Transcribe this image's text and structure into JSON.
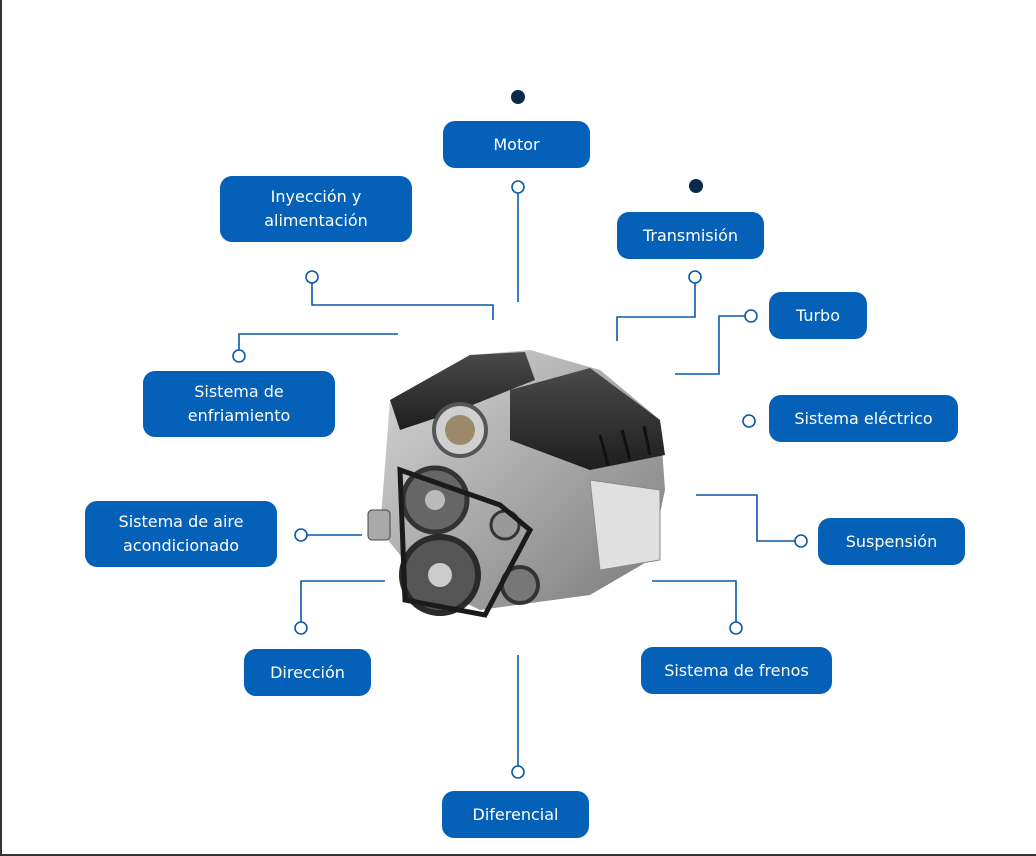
{
  "diagram": {
    "title": "Sistemas del motor",
    "center": {
      "label": "engine-image"
    },
    "colors": {
      "box_fill": "#0560b8",
      "box_text": "#ffffff",
      "line": "#0a5aa8",
      "dot": "#0b2a4a"
    },
    "nodes": [
      {
        "id": "motor",
        "label": "Motor"
      },
      {
        "id": "inyeccion",
        "label": "Inyección y alimentación",
        "line1": "Inyección y",
        "line2": "alimentación"
      },
      {
        "id": "transmision",
        "label": "Transmisión"
      },
      {
        "id": "turbo",
        "label": "Turbo"
      },
      {
        "id": "enfriamiento",
        "label": "Sistema de enfriamiento",
        "line1": "Sistema de",
        "line2": "enfriamiento"
      },
      {
        "id": "electrico",
        "label": "Sistema eléctrico"
      },
      {
        "id": "aire",
        "label": "Sistema de aire acondicionado",
        "line1": "Sistema de aire",
        "line2": "acondicionado"
      },
      {
        "id": "suspension",
        "label": "Suspensión"
      },
      {
        "id": "direccion",
        "label": "Dirección"
      },
      {
        "id": "frenos",
        "label": "Sistema de frenos"
      },
      {
        "id": "diferencial",
        "label": "Diferencial"
      }
    ]
  }
}
